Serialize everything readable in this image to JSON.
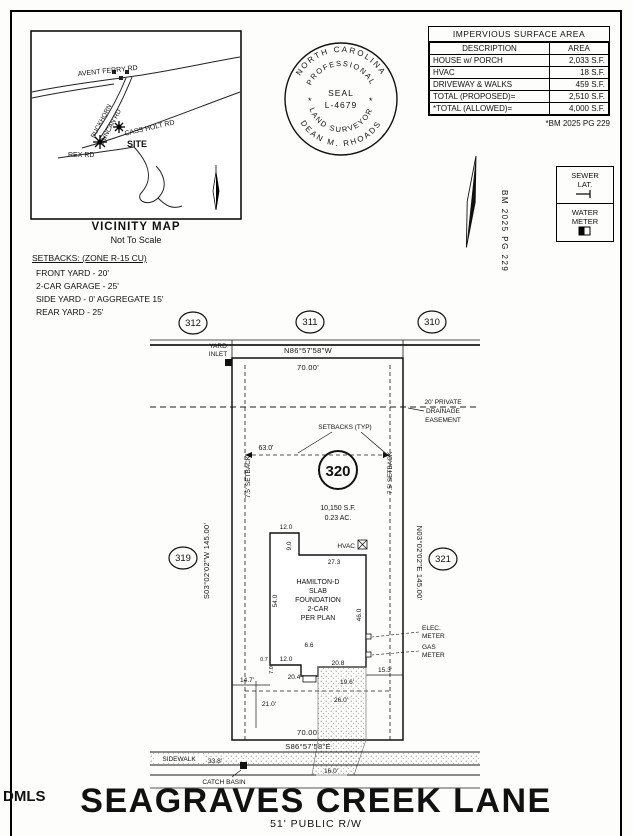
{
  "vicinity": {
    "title": "VICINITY MAP",
    "subtitle": "Not To Scale",
    "site": "SITE",
    "roads": {
      "avent_ferry": "AVENT FERRY RD",
      "buckhorn": "BUCKHORN",
      "duncan": "DUNCAN RD",
      "cass_holt": "CASS HOLT RD",
      "rex": "REX RD"
    }
  },
  "setbacks": {
    "heading": "SETBACKS: (ZONE R-15 CU)",
    "items": [
      "FRONT YARD - 20'",
      "2-CAR GARAGE - 25'",
      "SIDE YARD - 0' AGGREGATE 15'",
      "REAR YARD - 25'"
    ]
  },
  "seal": {
    "ring_top": "NORTH CAROLINA",
    "arc_upper": "PROFESSIONAL",
    "arc_lower": "LAND SURVEYOR",
    "center_line1": "SEAL",
    "center_line2": "L-4679",
    "ring_bottom": "DEAN M. RHOADS"
  },
  "impervious": {
    "title": "IMPERVIOUS SURFACE AREA",
    "col_description": "DESCRIPTION",
    "col_area": "AREA",
    "rows": [
      {
        "description": "HOUSE w/ PORCH",
        "area": "2,033 S.F."
      },
      {
        "description": "HVAC",
        "area": "18 S.F."
      },
      {
        "description": "DRIVEWAY & WALKS",
        "area": "459 S.F."
      },
      {
        "description": "TOTAL (PROPOSED)=",
        "area": "2,510 S.F."
      },
      {
        "description": "*TOTAL (ALLOWED)=",
        "area": "4,000 S.F."
      }
    ],
    "footnote": "*BM 2025 PG 229"
  },
  "reference": {
    "bm_vertical": "BM 2025 PG 229"
  },
  "legend": {
    "sewer_line1": "SEWER",
    "sewer_line2": "LAT.",
    "water_line1": "WATER",
    "water_line2": "METER"
  },
  "plot": {
    "lots": {
      "l312": "312",
      "l311": "311",
      "l310": "310",
      "l319": "319",
      "l321": "321",
      "l320": "320"
    },
    "area_sf": "10,150 S.F.",
    "area_ac": "0.23 AC.",
    "bearing_north": "N86°57'58\"W",
    "dist_north": "70.00'",
    "bearing_south": "S86°57'58\"E",
    "dist_south": "70.00'",
    "bearing_west": "S03°02'02\"W  145.00'",
    "bearing_east": "N03°02'02\"E  145.00'",
    "yard_inlet_1": "YARD",
    "yard_inlet_2": "INLET",
    "easement_1": "20' PRIVATE",
    "easement_2": "DRAINAGE",
    "easement_3": "EASEMENT",
    "setbacks_typ": "SETBACKS (TYP)",
    "setback_left": "7.5' SETBACK",
    "setback_right": "7.5' SETBACK",
    "house": [
      "HAMILTON-D",
      "SLAB",
      "FOUNDATION",
      "2-CAR",
      "PER PLAN"
    ],
    "hvac": "HVAC",
    "elec_1": "ELEC.",
    "elec_2": "METER",
    "gas_1": "GAS",
    "gas_2": "METER",
    "sidewalk_label": "SIDEWALK",
    "catch_basin": "CATCH BASIN",
    "dims": {
      "d63": "63.0'",
      "d12a": "12.0",
      "d9": "9.0",
      "d273": "27.3",
      "d54": "54.0",
      "d46": "46.0",
      "d66": "6.6",
      "d07": "0.7",
      "d12b": "12.0",
      "d7": "7.0",
      "d204": "20.4",
      "d208": "20.8",
      "d196": "19.6'",
      "d153": "15.3'",
      "d147": "14.7'",
      "d210": "21.0'",
      "d260": "26.0'",
      "d338": "33.8'",
      "d160": "16.0'"
    }
  },
  "street": {
    "name": "SEAGRAVES CREEK LANE",
    "rw": "51' PUBLIC R/W"
  },
  "watermark": "DMLS"
}
